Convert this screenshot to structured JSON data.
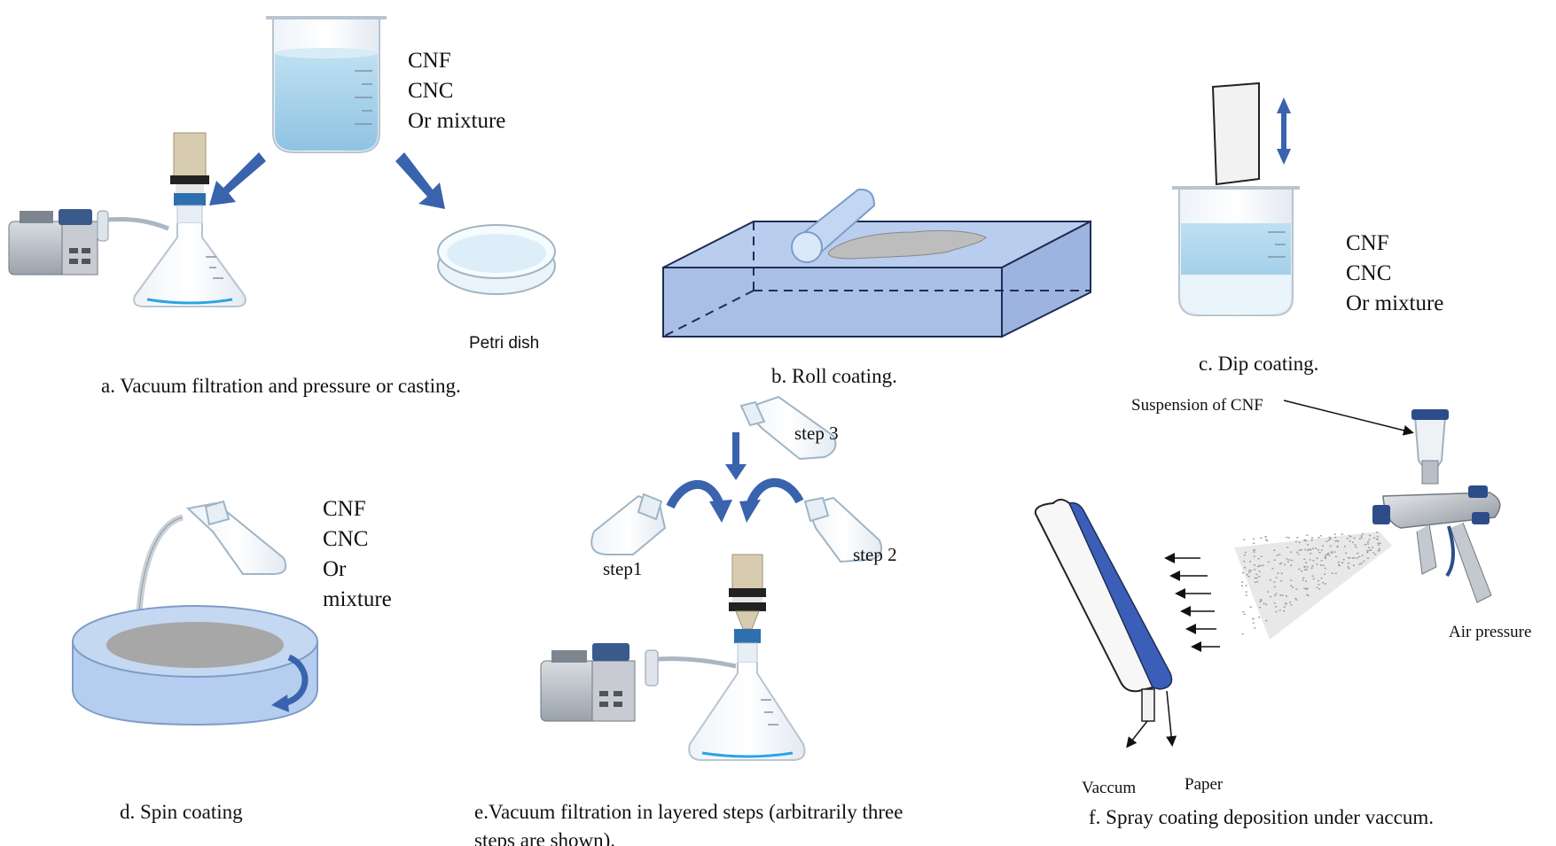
{
  "panel_a": {
    "materials": [
      "CNF",
      "CNC",
      "Or mixture"
    ],
    "petri_label": "Petri dish",
    "caption": "a. Vacuum filtration  and pressure or casting."
  },
  "panel_b": {
    "caption": "b. Roll coating."
  },
  "panel_c": {
    "materials": [
      "CNF",
      "CNC",
      "Or mixture"
    ],
    "caption": "c.  Dip coating."
  },
  "panel_d": {
    "materials": [
      "CNF",
      "CNC",
      "Or",
      "mixture"
    ],
    "caption": "d. Spin coating"
  },
  "panel_e": {
    "step1": "step1",
    "step2": "step 2",
    "step3": "step 3",
    "caption_line1": "e.Vacuum filtration in layered steps (arbitrarily three",
    "caption_line2": "steps are shown)."
  },
  "panel_f": {
    "suspension_label": "Suspension of CNF",
    "air_label": "Air pressure",
    "vacuum_label": "Vaccum",
    "paper_label": "Paper",
    "caption": "f. Spray coating deposition under vaccum."
  },
  "colors": {
    "arrow_blue": "#3a63ad",
    "liquid_blue": "#9fcbe6",
    "tank_blue": "#a9bfe6",
    "disc_blue": "#3b5fb8",
    "outline": "#8a9bb0"
  }
}
